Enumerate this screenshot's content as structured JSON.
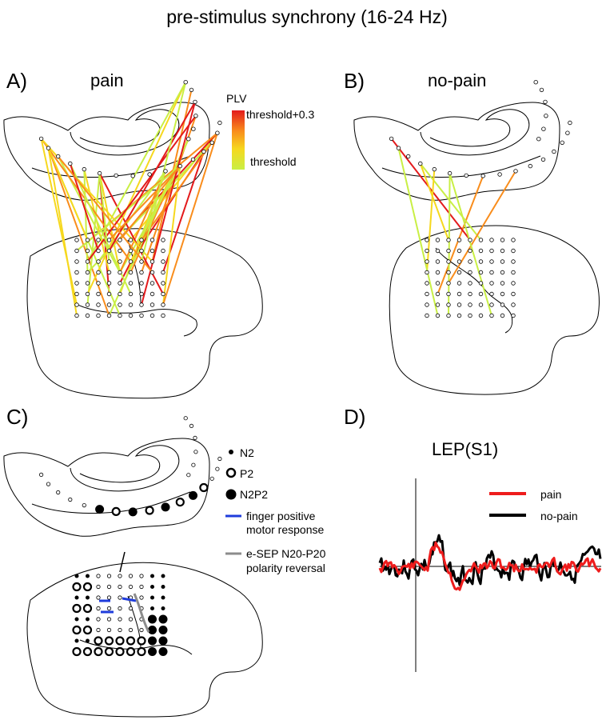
{
  "figure": {
    "title": "pre-stimulus synchrony (16-24 Hz)"
  },
  "panels": {
    "A": {
      "letter": "A)",
      "title": "pain"
    },
    "B": {
      "letter": "B)",
      "title": "no-pain"
    },
    "C": {
      "letter": "C)"
    },
    "D": {
      "letter": "D)",
      "title": "LEP(S1)"
    }
  },
  "plv_colorbar": {
    "label": "PLV",
    "top_label": "threshold+0.3",
    "bottom_label": "threshold",
    "colors": [
      "#e31a1c",
      "#f98d1c",
      "#f6d81e",
      "#c9ef45"
    ]
  },
  "legend_c": {
    "n2": "N2",
    "p2": "P2",
    "n2p2": "N2P2",
    "motor_line1": "finger positive",
    "motor_line2": "motor response",
    "sep_line1": "e-SEP N20-P20",
    "sep_line2": "polarity reversal",
    "motor_color": "#1f3cdc",
    "sep_color": "#8c8c8c"
  },
  "legend_d": {
    "pain": "pain",
    "no_pain": "no-pain",
    "pain_color": "#ee1c1c",
    "no_pain_color": "#000000"
  }
}
